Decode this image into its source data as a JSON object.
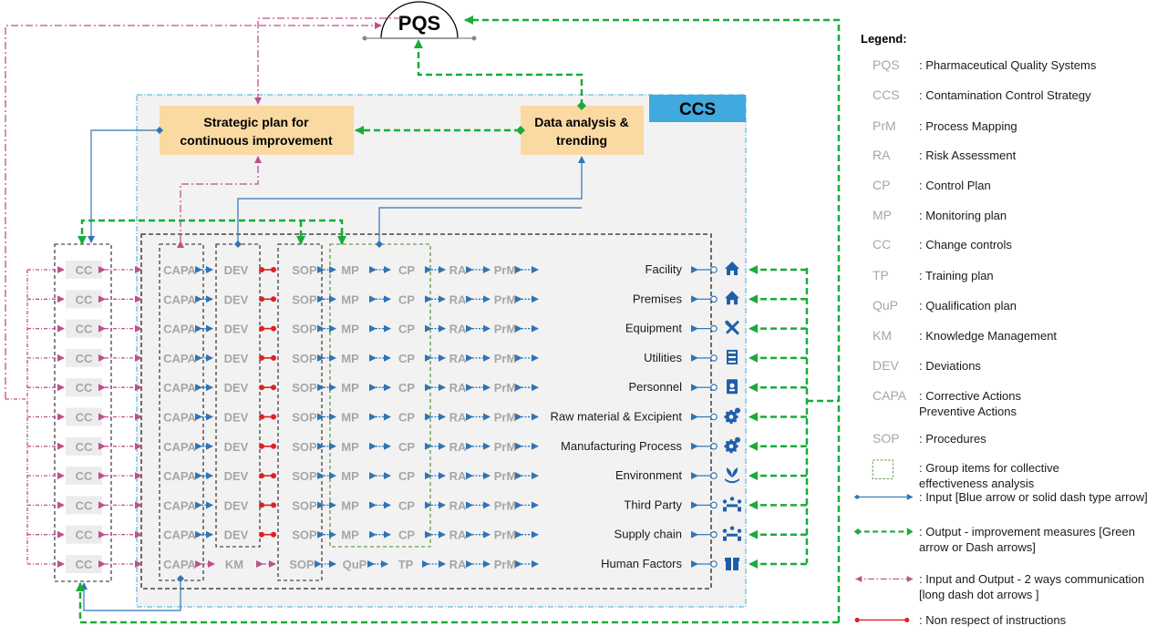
{
  "title": "PQS",
  "ccs_label": "CCS",
  "strategic_box": {
    "line1": "Strategic plan for",
    "line2": "continuous improvement"
  },
  "data_box": {
    "line1": "Data analysis &",
    "line2": "trending"
  },
  "columns": {
    "cc": "CC",
    "capa": "CAPA",
    "dev": "DEV",
    "sop": "SOP",
    "mp": "MP",
    "cp": "CP",
    "ra": "RA",
    "prm": "PrM",
    "km": "KM",
    "qup": "QuP",
    "tp": "TP"
  },
  "rows": [
    {
      "label": "Facility",
      "icon": "house-icon"
    },
    {
      "label": "Premises",
      "icon": "house-icon"
    },
    {
      "label": "Equipment",
      "icon": "tools-icon"
    },
    {
      "label": "Utilities",
      "icon": "building-icon"
    },
    {
      "label": "Personnel",
      "icon": "badge-icon"
    },
    {
      "label": "Raw material & Excipient",
      "icon": "gear-icon"
    },
    {
      "label": "Manufacturing Process",
      "icon": "gears-icon"
    },
    {
      "label": "Environment",
      "icon": "plant-hand-icon"
    },
    {
      "label": "Third Party",
      "icon": "meeting-icon"
    },
    {
      "label": "Supply chain",
      "icon": "meeting-icon"
    },
    {
      "label": "Human Factors",
      "icon": "gift-box-icon"
    }
  ],
  "legend": {
    "title": "Legend:",
    "items": [
      {
        "abbr": "PQS",
        "desc": ": Pharmaceutical Quality Systems"
      },
      {
        "abbr": "CCS",
        "desc": ": Contamination Control Strategy"
      },
      {
        "abbr": "PrM",
        "desc": ": Process Mapping"
      },
      {
        "abbr": "RA",
        "desc": ": Risk Assessment"
      },
      {
        "abbr": "CP",
        "desc": ": Control Plan"
      },
      {
        "abbr": "MP",
        "desc": ": Monitoring plan"
      },
      {
        "abbr": "CC",
        "desc": ": Change controls"
      },
      {
        "abbr": "TP",
        "desc": ": Training plan"
      },
      {
        "abbr": "QuP",
        "desc": ": Qualification plan"
      },
      {
        "abbr": "KM",
        "desc": ": Knowledge Management"
      },
      {
        "abbr": "DEV",
        "desc": ": Deviations"
      },
      {
        "abbr": "CAPA",
        "desc": ": Corrective Actions\n  Preventive Actions"
      },
      {
        "abbr": "SOP",
        "desc": ": Procedures"
      },
      {
        "abbr": "",
        "desc": ": Group items for collective\n effectiveness analysis"
      },
      {
        "abbr": "",
        "desc": ": Input [Blue arrow or solid dash type arrow]"
      },
      {
        "abbr": "",
        "desc": ": Output - improvement measures [Green\n arrow or Dash arrows]"
      },
      {
        "abbr": "",
        "desc": ": Input and Output  - 2 ways communication\n [long dash dot arrows ]"
      },
      {
        "abbr": "",
        "desc": ": Non respect of instructions"
      }
    ]
  },
  "colors": {
    "blue": "#2e75b6",
    "green": "#1aab3a",
    "magenta": "#c0508a",
    "red": "#e02020",
    "box_fill": "#fbd9a3",
    "ccs_fill": "#40a9dd",
    "panel_fill": "#f2f2f2",
    "grey_text": "#a6a6a6",
    "cc_fill": "#ececec"
  }
}
